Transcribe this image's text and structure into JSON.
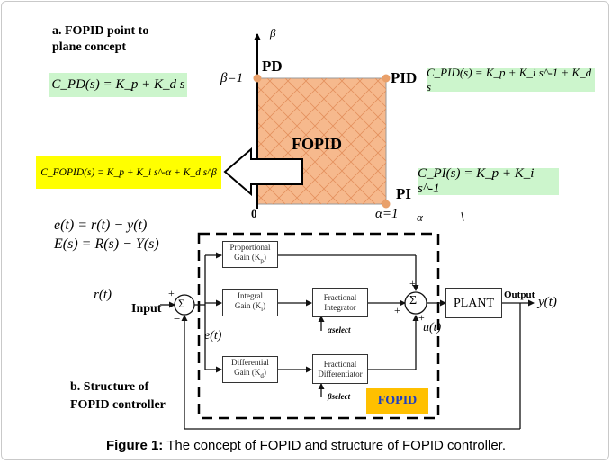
{
  "part_a": {
    "title_line1": "a.  FOPID point to",
    "title_line2": "plane concept"
  },
  "plane": {
    "beta_axis": "β",
    "alpha_axis": "α",
    "origin": "0",
    "beta_one": "β=1",
    "alpha_one": "α=1",
    "corner_pd": "PD",
    "corner_pid": "PID",
    "corner_pi": "PI",
    "center": "FOPID",
    "fill_color": "#f6b98d",
    "dot_color": "#e9a06a"
  },
  "formulas": {
    "pd": "C_PD(s) = K_p + K_d s",
    "pid": "C_PID(s) = K_p + K_i s^-1 + K_d s",
    "pi": "C_PI(s) = K_p + K_i s^-1",
    "fopid": "C_FOPID(s) = K_p + K_i s^-α + K_d s^β",
    "green_color": "#ccf5cc",
    "yellow_color": "#ffff00"
  },
  "equations": {
    "time_domain": "e(t) = r(t) − y(t)",
    "s_domain": "E(s) = R(s) − Y(s)"
  },
  "structure": {
    "input_signal": "r(t)",
    "input_label": "Input",
    "error_signal": "e(t)",
    "control_signal": "u(t)",
    "output_label": "Output",
    "output_signal": "y(t)",
    "sum_symbol": "Σ",
    "plus": "+",
    "minus": "−",
    "prop_block_line1": "Proportional",
    "prop_block_line2": "Gain (K",
    "prop_block_sub": "p",
    "int_block_line1": "Integral",
    "int_block_line2": "Gain (K",
    "int_block_sub": "i",
    "diff_block_line1": "Differential",
    "diff_block_line2": "Gain (K",
    "diff_block_sub": "d",
    "frac_int_line1": "Fractional",
    "frac_int_line2": "Integrator",
    "frac_diff_line1": "Fractional",
    "frac_diff_line2": "Differentiator",
    "alpha_select": "αselect",
    "beta_select": "βselect",
    "plant": "PLANT",
    "fopid_tag": "FOPID",
    "tag_color": "#ffc000",
    "tag_text_color": "#1f3fbf"
  },
  "part_b": {
    "title_line1": "b. Structure of",
    "title_line2": "FOPID controller"
  },
  "caption": {
    "label": "Figure 1:",
    "text": " The concept of FOPID and structure of FOPID controller."
  }
}
